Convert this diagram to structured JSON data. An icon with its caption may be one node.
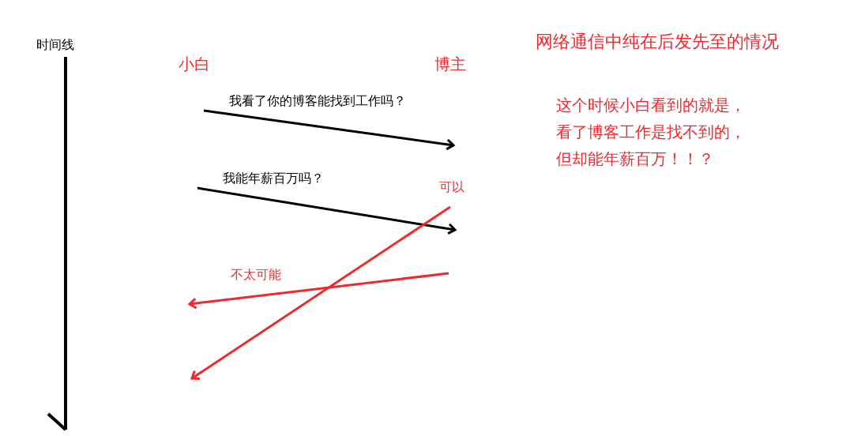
{
  "diagram": {
    "title": "网络通信中纯在后发先至的情况",
    "labels": [
      "时间线",
      "小白",
      "博主",
      "我看了你的博客能找到工作吗？",
      "这个时候小白看到的就是，看了博客工作是找不到的，但却能年薪百万！！？",
      "我能年薪百万吗？",
      "可以",
      "不太可能"
    ]
  }
}
